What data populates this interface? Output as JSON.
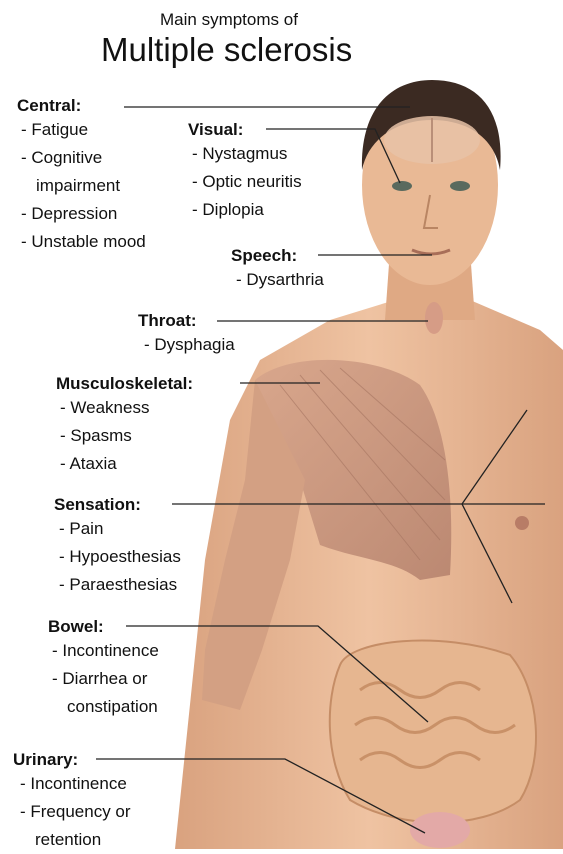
{
  "title": {
    "line1": "Main symptoms of",
    "line2": "Multiple sclerosis"
  },
  "groups": [
    {
      "heading": "Central:",
      "items": [
        "- Fatigue",
        "- Cognitive",
        "  impairment",
        "- Depression",
        "- Unstable mood"
      ]
    },
    {
      "heading": "Visual:",
      "items": [
        "- Nystagmus",
        "- Optic neuritis",
        "- Diplopia"
      ]
    },
    {
      "heading": "Speech:",
      "items": [
        "- Dysarthria"
      ]
    },
    {
      "heading": "Throat:",
      "items": [
        "- Dysphagia"
      ]
    },
    {
      "heading": "Musculoskeletal:",
      "items": [
        "- Weakness",
        "- Spasms",
        "- Ataxia"
      ]
    },
    {
      "heading": "Sensation:",
      "items": [
        "- Pain",
        "- Hypoesthesias",
        "- Paraesthesias"
      ]
    },
    {
      "heading": "Bowel:",
      "items": [
        "- Incontinence",
        "- Diarrhea or",
        "  constipation"
      ]
    },
    {
      "heading": "Urinary:",
      "items": [
        "- Incontinence",
        "- Frequency or",
        "  retention"
      ]
    }
  ],
  "colors": {
    "skin": "#e8b896",
    "skin_shadow": "#c98d6c",
    "hair": "#3b2a22",
    "muscle": "#c9977f",
    "intestine": "#e3b48c",
    "leader_line": "#222222"
  }
}
